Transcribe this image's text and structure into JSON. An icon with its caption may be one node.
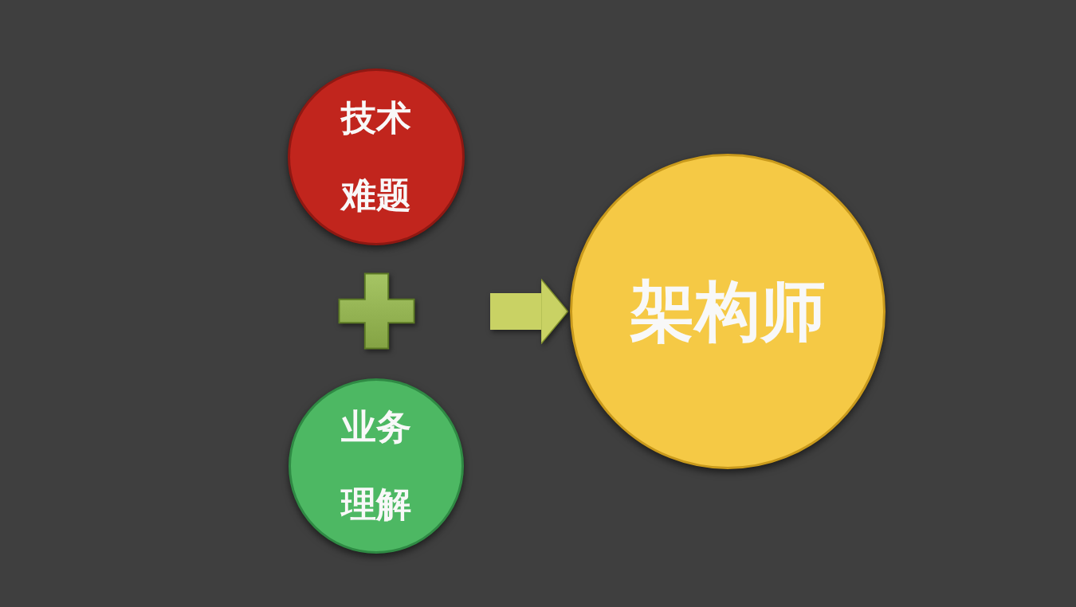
{
  "diagram": {
    "nodes": [
      {
        "text": [
          "技术难题"
        ]
      },
      {
        "text": [
          "业务理解"
        ]
      },
      {
        "text": [
          "架构师"
        ]
      }
    ],
    "edges": [
      {
        "from": null,
        "to": 2,
        "arrow": "to"
      }
    ]
  }
}
